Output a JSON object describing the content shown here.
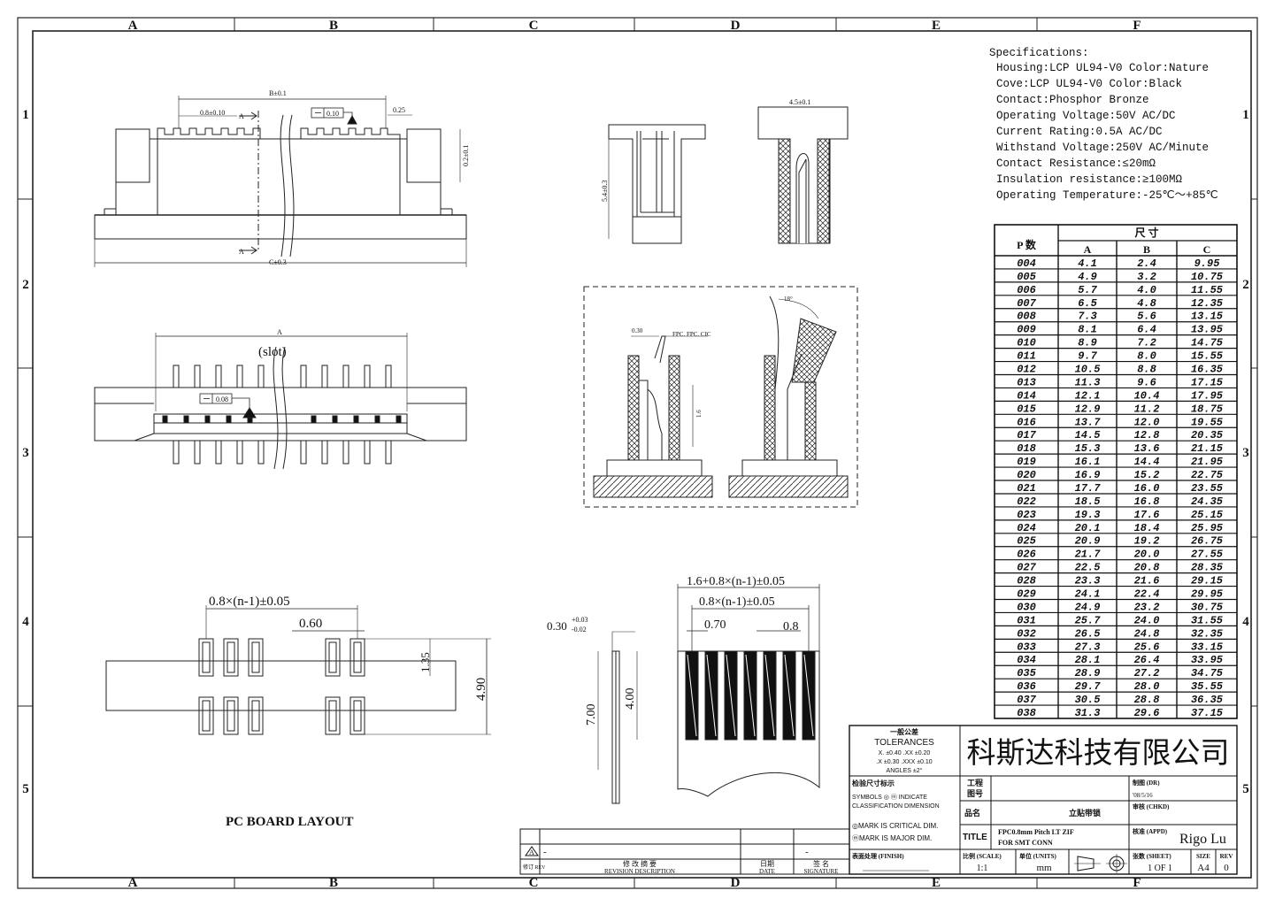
{
  "frame": {
    "columns": [
      "A",
      "B",
      "C",
      "D",
      "E",
      "F"
    ],
    "rows": [
      "1",
      "2",
      "3",
      "4",
      "5"
    ]
  },
  "specs": {
    "heading": "Specifications:",
    "lines": [
      "Housing:LCP UL94-V0 Color:Nature",
      "Cove:LCP UL94-V0 Color:Black",
      "Contact:Phosphor Bronze",
      "Operating Voltage:50V AC/DC",
      "Current Rating:0.5A AC/DC",
      "Withstand Voltage:250V AC/Minute",
      "Contact Resistance:≤20mΩ",
      "Insulation resistance:≥100MΩ",
      "Operating Temperature:-25℃～+85℃"
    ]
  },
  "dim_table": {
    "header_p": "P 数",
    "header_group": "尺 寸",
    "columns": [
      "A",
      "B",
      "C"
    ],
    "rows": [
      [
        "004",
        "4.1",
        "2.4",
        "9.95"
      ],
      [
        "005",
        "4.9",
        "3.2",
        "10.75"
      ],
      [
        "006",
        "5.7",
        "4.0",
        "11.55"
      ],
      [
        "007",
        "6.5",
        "4.8",
        "12.35"
      ],
      [
        "008",
        "7.3",
        "5.6",
        "13.15"
      ],
      [
        "009",
        "8.1",
        "6.4",
        "13.95"
      ],
      [
        "010",
        "8.9",
        "7.2",
        "14.75"
      ],
      [
        "011",
        "9.7",
        "8.0",
        "15.55"
      ],
      [
        "012",
        "10.5",
        "8.8",
        "16.35"
      ],
      [
        "013",
        "11.3",
        "9.6",
        "17.15"
      ],
      [
        "014",
        "12.1",
        "10.4",
        "17.95"
      ],
      [
        "015",
        "12.9",
        "11.2",
        "18.75"
      ],
      [
        "016",
        "13.7",
        "12.0",
        "19.55"
      ],
      [
        "017",
        "14.5",
        "12.8",
        "20.35"
      ],
      [
        "018",
        "15.3",
        "13.6",
        "21.15"
      ],
      [
        "019",
        "16.1",
        "14.4",
        "21.95"
      ],
      [
        "020",
        "16.9",
        "15.2",
        "22.75"
      ],
      [
        "021",
        "17.7",
        "16.0",
        "23.55"
      ],
      [
        "022",
        "18.5",
        "16.8",
        "24.35"
      ],
      [
        "023",
        "19.3",
        "17.6",
        "25.15"
      ],
      [
        "024",
        "20.1",
        "18.4",
        "25.95"
      ],
      [
        "025",
        "20.9",
        "19.2",
        "26.75"
      ],
      [
        "026",
        "21.7",
        "20.0",
        "27.55"
      ],
      [
        "027",
        "22.5",
        "20.8",
        "28.35"
      ],
      [
        "028",
        "23.3",
        "21.6",
        "29.15"
      ],
      [
        "029",
        "24.1",
        "22.4",
        "29.95"
      ],
      [
        "030",
        "24.9",
        "23.2",
        "30.75"
      ],
      [
        "031",
        "25.7",
        "24.0",
        "31.55"
      ],
      [
        "032",
        "26.5",
        "24.8",
        "32.35"
      ],
      [
        "033",
        "27.3",
        "25.6",
        "33.15"
      ],
      [
        "034",
        "28.1",
        "26.4",
        "33.95"
      ],
      [
        "035",
        "28.9",
        "27.2",
        "34.75"
      ],
      [
        "036",
        "29.7",
        "28.0",
        "35.55"
      ],
      [
        "037",
        "30.5",
        "28.8",
        "36.35"
      ],
      [
        "038",
        "31.3",
        "29.6",
        "37.15"
      ]
    ]
  },
  "top_view": {
    "dim_b": "B±0.1",
    "dim_pitch": "0.8±0.10",
    "dim_flat": "0.10",
    "dim_025": "0.25",
    "dim_side": "0.2±0.1",
    "dim_c": "C±0.3",
    "sect_a_top": "A",
    "sect_a_bot": "A"
  },
  "front_view": {
    "dim_a": "A",
    "slot": "(slot)",
    "dim_flat": "0.08"
  },
  "side_views": {
    "dim_height": "5.4±0.3",
    "dim_width": "4.5±0.1"
  },
  "section": {
    "dim_030": "0.30",
    "fpc_label": "FPC. FPC. CIC",
    "dim_16": "1.6",
    "angle": "18°"
  },
  "pcb": {
    "dim_pitch_total": "0.8×(n-1)±0.05",
    "dim_060": "0.60",
    "dim_135": "1.35",
    "dim_490": "4.90",
    "title": "PC BOARD LAYOUT"
  },
  "fpc": {
    "dim_thick": "0.30",
    "tol_plus": "+0.03",
    "tol_minus": "-0.02",
    "dim_700": "7.00",
    "dim_400": "4.00",
    "dim_total": "1.6+0.8×(n-1)±0.05",
    "dim_pitch_total": "0.8×(n-1)±0.05",
    "dim_070": "0.70",
    "dim_08": "0.8"
  },
  "title_block": {
    "tol_cn": "一般公差",
    "tol_en": "TOLERANCES",
    "tol_line1": "X. ±0.40   .XX ±0.20",
    "tol_line2": ".X ±0.30   .XXX ±0.10",
    "tol_line3": "ANGLES     ±2°",
    "company": "科斯达科技有限公司",
    "symbols_cn": "检验尺寸标示",
    "symbols_1": "SYMBOLS ◎ ⓜ INDICATE",
    "symbols_2": "CLASSIFICATION DIMENSION",
    "critical": "◎MARK IS CRITICAL DIM.",
    "major": "ⓜMARK IS MAJOR DIM.",
    "finish": "表面处理 (FINISH)",
    "drawing_no_cn": "工程",
    "drawing_no_cn2": "图号",
    "part_name_cn": "品名",
    "part_name_val": "立贴带锁",
    "title_label": "TITLE",
    "title_val1": "FPC0.8mm Pitch LT ZIF",
    "title_val2": "FOR SMT  CONN",
    "drawn_label": "制图 (DR)",
    "drawn_date": "'08/5/16",
    "checked_label": "审核 (CHKD)",
    "approved_label": "核准 (APPD)",
    "approved_sig": "Rigo Lu",
    "scale_label": "比例 (SCALE)",
    "scale_val": "1:1",
    "units_label": "单位 (UNITS)",
    "units_val": "mm",
    "sheet_label": "张数 (SHEET)",
    "sheet_val": "1 OF 1",
    "size_label": "SIZE",
    "size_val": "A4",
    "rev_label": "REV",
    "rev_val": "0"
  },
  "revision": {
    "rev_mark": "A",
    "dash1": "-",
    "dash2": "-",
    "rev_col": "修订 REV",
    "desc_col_cn": "修 改 摘 要",
    "desc_col_en": "REVISION DESCRIPTION",
    "date_col_cn": "日期",
    "date_col_en": "DATE",
    "sig_col_cn": "签 名",
    "sig_col_en": "SIGNATURE"
  }
}
